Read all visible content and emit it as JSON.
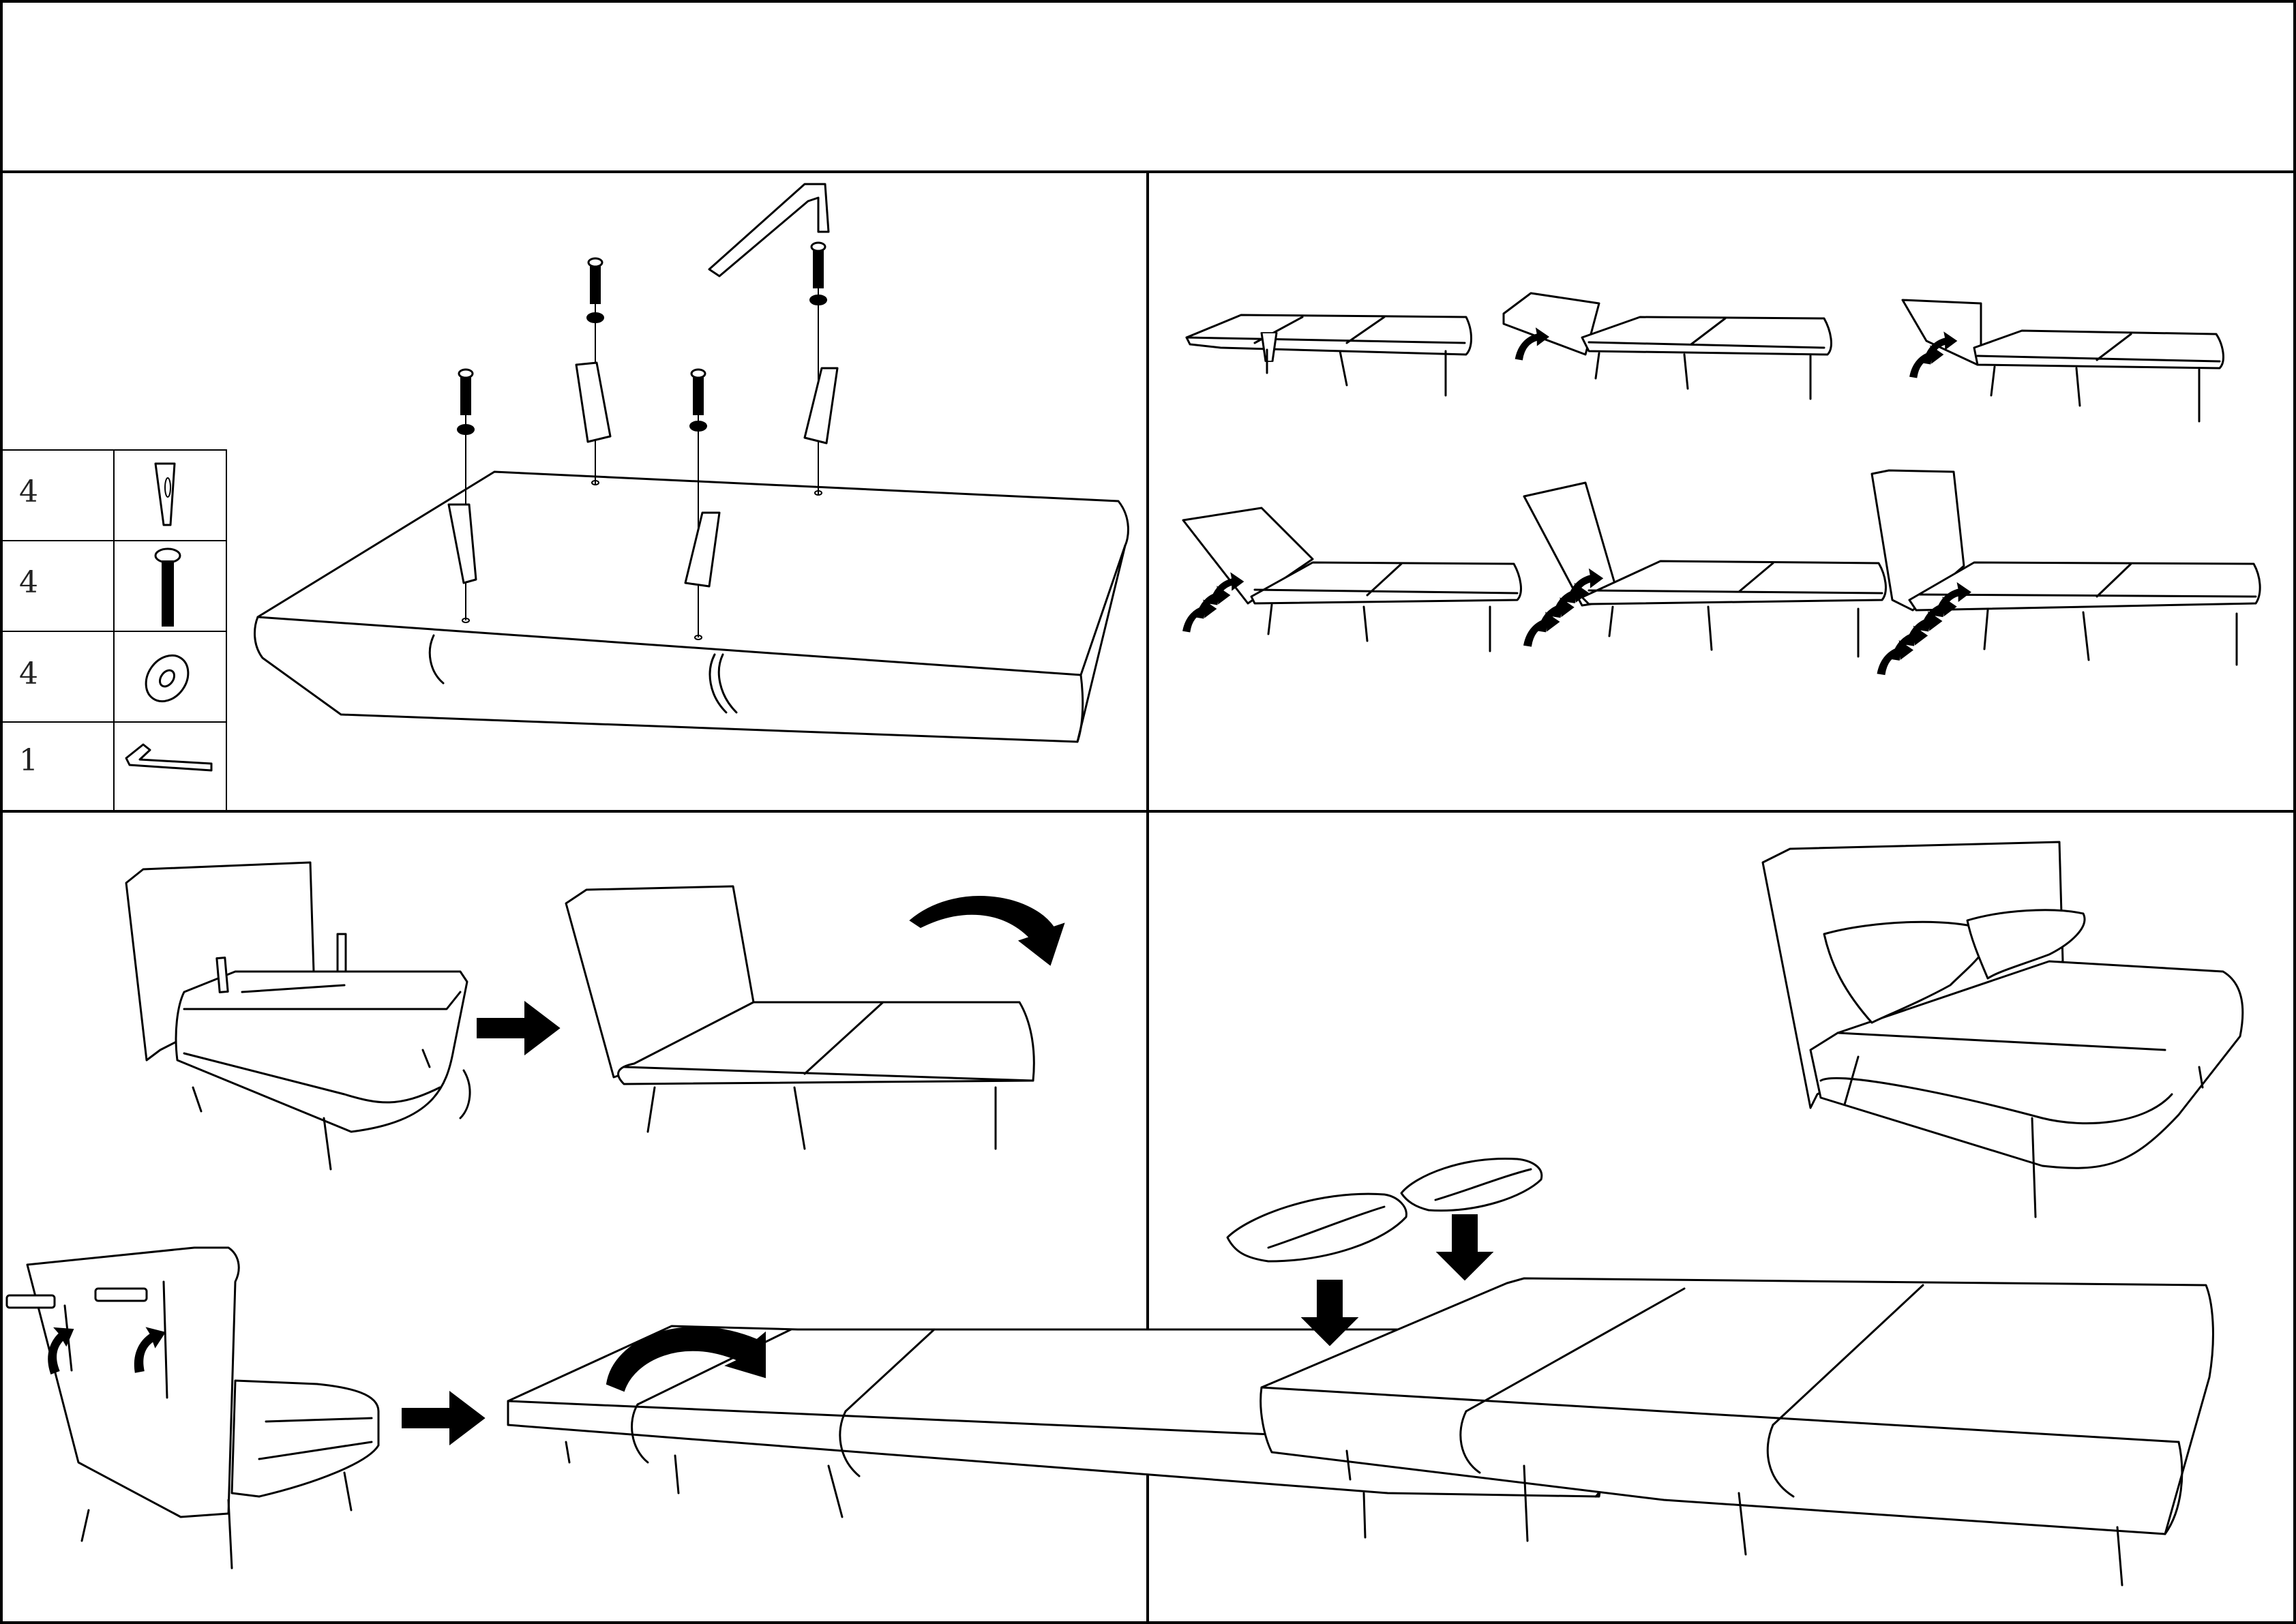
{
  "parts_list": [
    {
      "qty": "4",
      "icon": "leg-icon"
    },
    {
      "qty": "4",
      "icon": "bolt-icon"
    },
    {
      "qty": "4",
      "icon": "washer-icon"
    },
    {
      "qty": "1",
      "icon": "allen-key-icon"
    }
  ],
  "steps": [
    {
      "name": "step-attach-legs"
    },
    {
      "name": "step-adjust-backrest"
    },
    {
      "name": "step-unfold-bed"
    },
    {
      "name": "step-add-pillows"
    }
  ]
}
